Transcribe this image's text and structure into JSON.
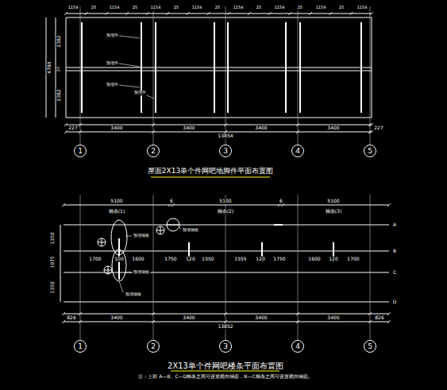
{
  "diagram": {
    "title": "屋面2X13单个件网吧地脚件平面布置图",
    "caption": "注：上部 A—B、C—D梯条之间可设置横向钢筋，B—C梯条之间可设置横向钢筋。",
    "nodes": [
      {
        "text": [
          "1"
        ]
      },
      {
        "text": [
          "2"
        ]
      },
      {
        "text": [
          "3"
        ]
      },
      {
        "text": [
          "4"
        ]
      },
      {
        "text": [
          "5"
        ]
      },
      {
        "text": [
          "1"
        ]
      },
      {
        "text": [
          "2"
        ]
      },
      {
        "text": [
          "3"
        ]
      },
      {
        "text": [
          "4"
        ]
      },
      {
        "text": [
          "5"
        ]
      }
    ],
    "labels": [
      "1154",
      "25",
      "1154",
      "25",
      "1154",
      "25",
      "1154",
      "25",
      "1154",
      "25",
      "1154",
      "25",
      "1154",
      "25",
      "1154",
      "4784",
      "2382",
      "20",
      "2382",
      "227",
      "3400",
      "3400",
      "3400",
      "3400",
      "227",
      "13854",
      "预埋件",
      "预埋件",
      "预埋件",
      "预埋件",
      "2X13单个件网吧楼条平面布置图",
      "5100",
      "梯条(1)",
      "6",
      "5100",
      "梯条(2)",
      "6",
      "5100",
      "梯条(3)",
      "A",
      "B",
      "C",
      "D",
      "1350",
      "1075",
      "1350",
      "1700",
      "100",
      "1600",
      "1750",
      "120",
      "1550",
      "1555",
      "120",
      "1750",
      "1600",
      "120",
      "1700",
      "826",
      "3400",
      "3400",
      "3400",
      "3400",
      "826",
      "13852",
      "预埋钢板",
      "预埋钢板",
      "预埋钢板",
      "预埋钢板"
    ]
  }
}
